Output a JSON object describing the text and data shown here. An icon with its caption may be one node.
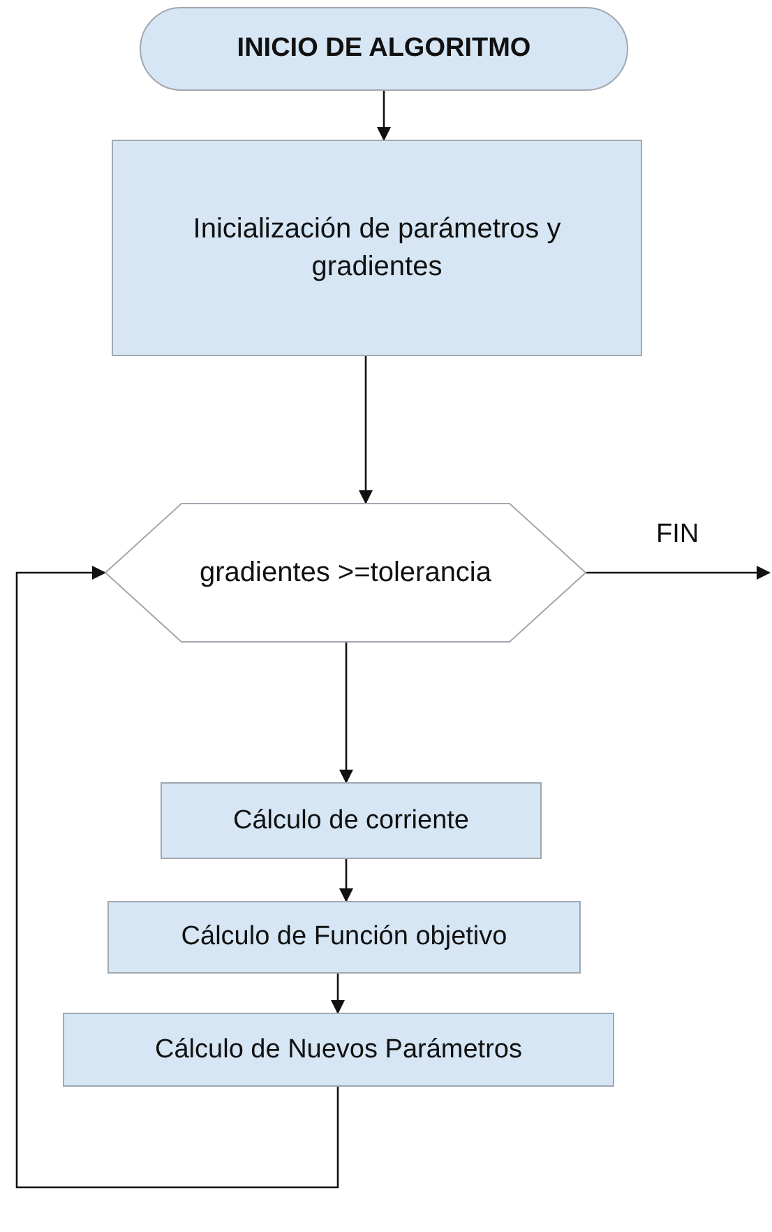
{
  "diagram": {
    "nodes": [
      {
        "text": [
          "INICIO DE ALGORITMO"
        ]
      },
      {
        "text": [
          "Inicialización de parámetros y gradientes"
        ]
      },
      {
        "text": [
          "gradientes >=tolerancia"
        ]
      },
      {
        "text": [
          "Cálculo de corriente"
        ]
      },
      {
        "text": [
          "Cálculo de Función objetivo"
        ]
      },
      {
        "text": [
          "Cálculo de Nuevos Parámetros"
        ]
      }
    ],
    "edges": [
      {
        "from": 0,
        "to": 1,
        "arrow": "to"
      },
      {
        "from": 1,
        "to": 2,
        "arrow": "to"
      },
      {
        "from": 2,
        "to": 3,
        "arrow": "to"
      },
      {
        "from": 3,
        "to": 4,
        "arrow": "to"
      },
      {
        "from": 4,
        "to": 5,
        "arrow": "to"
      },
      {
        "from": 5,
        "to": 2,
        "arrow": "to"
      },
      {
        "from": 2,
        "to": null,
        "arrow": "to",
        "label": "FIN"
      }
    ]
  }
}
